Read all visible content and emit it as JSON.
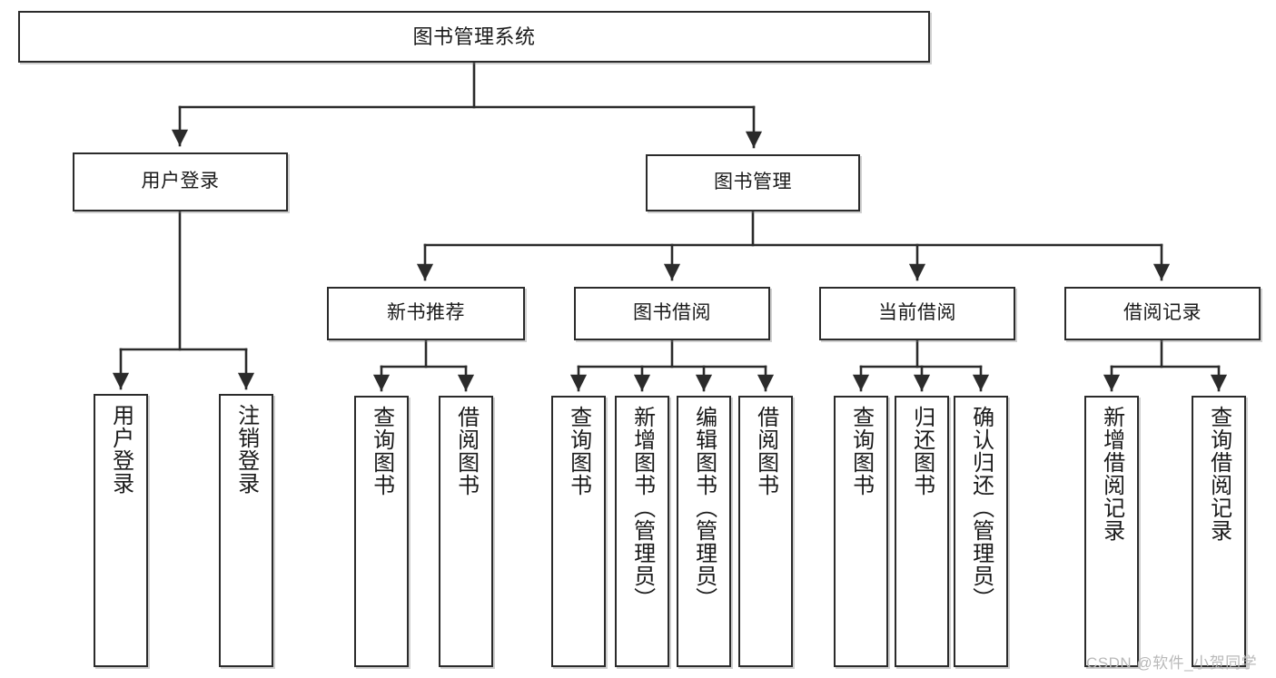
{
  "diagram": {
    "title": "图书管理系统",
    "type": "tree",
    "watermark": "CSDN @软件_小贺同学",
    "colors": {
      "background": "#ffffff",
      "node_border": "#2b2b2b",
      "node_fill": "#ffffff",
      "edge": "#2b2b2b",
      "text": "#1a1a1a",
      "watermark": "#b9b9b9"
    },
    "nodes": {
      "root": {
        "label": "图书管理系统",
        "level": 0
      },
      "level1": [
        {
          "id": "user-login",
          "label": "用户登录"
        },
        {
          "id": "book-management",
          "label": "图书管理"
        }
      ],
      "level2": [
        {
          "id": "new-book-recommend",
          "label": "新书推荐",
          "parent": "book-management"
        },
        {
          "id": "book-borrow",
          "label": "图书借阅",
          "parent": "book-management"
        },
        {
          "id": "current-borrow",
          "label": "当前借阅",
          "parent": "book-management"
        },
        {
          "id": "borrow-record",
          "label": "借阅记录",
          "parent": "book-management"
        }
      ],
      "leaves": [
        {
          "id": "leaf-user-login",
          "label": "用户登录",
          "parent": "user-login"
        },
        {
          "id": "leaf-logout-login",
          "label": "注销登录",
          "parent": "user-login"
        },
        {
          "id": "leaf-query-book-1",
          "label": "查询图书",
          "parent": "new-book-recommend"
        },
        {
          "id": "leaf-borrow-book-1",
          "label": "借阅图书",
          "parent": "new-book-recommend"
        },
        {
          "id": "leaf-query-book-2",
          "label": "查询图书",
          "parent": "book-borrow"
        },
        {
          "id": "leaf-add-book",
          "label": "新增图书（管理员）",
          "parent": "book-borrow"
        },
        {
          "id": "leaf-edit-book",
          "label": "编辑图书（管理员）",
          "parent": "book-borrow"
        },
        {
          "id": "leaf-borrow-book-2",
          "label": "借阅图书",
          "parent": "book-borrow"
        },
        {
          "id": "leaf-query-book-3",
          "label": "查询图书",
          "parent": "current-borrow"
        },
        {
          "id": "leaf-return-book",
          "label": "归还图书",
          "parent": "current-borrow"
        },
        {
          "id": "leaf-confirm-return",
          "label": "确认归还（管理员）",
          "parent": "current-borrow"
        },
        {
          "id": "leaf-add-record",
          "label": "新增借阅记录",
          "parent": "borrow-record"
        },
        {
          "id": "leaf-query-record",
          "label": "查询借阅记录",
          "parent": "borrow-record"
        }
      ]
    }
  }
}
